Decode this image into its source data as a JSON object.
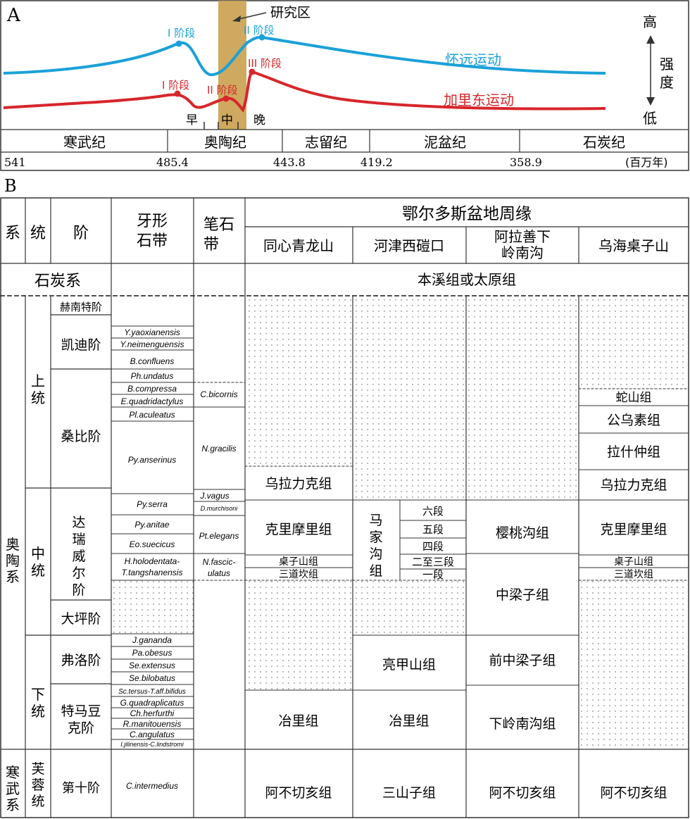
{
  "panelA": {
    "label": "A",
    "study_area": "研究区",
    "axis_high": "高",
    "axis_mid": "强度",
    "axis_low": "低",
    "curves": [
      {
        "name": "怀远运动",
        "color": "#1ba1d8",
        "stages": [
          "I 阶段",
          "II 阶段"
        ]
      },
      {
        "name": "加里东运动",
        "color": "#d7262b",
        "stages": [
          "I 阶段",
          "II 阶段",
          "III 阶段"
        ]
      }
    ],
    "timing": [
      "早",
      "中",
      "晚"
    ],
    "periods": [
      "寒武纪",
      "奥陶纪",
      "志留纪",
      "泥盆纪",
      "石炭纪"
    ],
    "ages": [
      "541",
      "485.4",
      "443.8",
      "419.2",
      "358.9"
    ],
    "age_unit": "(百万年)"
  },
  "panelB": {
    "label": "B",
    "basin_title": "鄂尔多斯盆地周缘",
    "headers": {
      "system": "系",
      "series": "统",
      "stage": "阶",
      "conodont": "牙形石带",
      "graptolite": "笔石带",
      "sections": [
        "同心青龙山",
        "河津西磑口",
        "阿拉善下岭南沟",
        "乌海桌子山"
      ]
    },
    "carboniferous": {
      "system": "石炭系",
      "formation": "本溪组或太原组"
    },
    "systems": {
      "ordovician": "奥陶系",
      "cambrian": "寒武系"
    },
    "series": {
      "upper": "上统",
      "middle": "中统",
      "lower": "下统",
      "furong": "芙蓉统"
    },
    "stages": {
      "hirnantian": "赫南特阶",
      "katian": "凯迪阶",
      "sandbian": "桑比阶",
      "darriwilian": "达瑞威尔阶",
      "dapingian": "大坪阶",
      "floian": "弗洛阶",
      "tremadocian": "特马豆克阶",
      "stage10": "第十阶"
    },
    "conodonts": [
      "Y.yaoxianensis",
      "Y.neimenguensis",
      "B.confluens",
      "Ph.undatus",
      "B.compressa",
      "E.quadridactylus",
      "Pl.aculeatus",
      "Py.anserinus",
      "Py.serra",
      "Py.anitae",
      "Eo.suecicus",
      "H.holodentata-",
      "T.tangshanensis",
      "J.gananda",
      "Pa.obesus",
      "Se.extensus",
      "Se.bilobatus",
      "Sc.tersus-T.aff.bifidus",
      "G.quadraplicatus",
      "Ch.herfurthi",
      "R.manitouensis",
      "C.angulatus",
      "I.jilinensis-C.lindstromi",
      "C.intermedius"
    ],
    "graptolites": [
      "C.bicornis",
      "N.gracilis",
      "J.vagus",
      "D.murchisoni",
      "Pt.elegans",
      "N.fascic-",
      "ulatus"
    ],
    "formations": {
      "wulalike": "乌拉力克组",
      "kelimoli": "克里摩里组",
      "zhuozishan": "桌子山组",
      "sandaokan": "三道坎组",
      "yeli": "冶里组",
      "abuqiehai": "阿不切亥组",
      "majiagou": "马家沟组",
      "majiagou_members": [
        "六段",
        "五段",
        "四段",
        "二至三段",
        "一段"
      ],
      "liangjiashan": "亮甲山组",
      "sanshanzi": "三山子组",
      "yingtaogou": "樱桃沟组",
      "zhongliangzi": "中梁子组",
      "qianzhongliangzi": "前中梁子组",
      "xialingnangou": "下岭南沟组",
      "sheshan": "蛇山组",
      "gongwusu": "公乌素组",
      "lashizhong": "拉什仲组"
    }
  }
}
